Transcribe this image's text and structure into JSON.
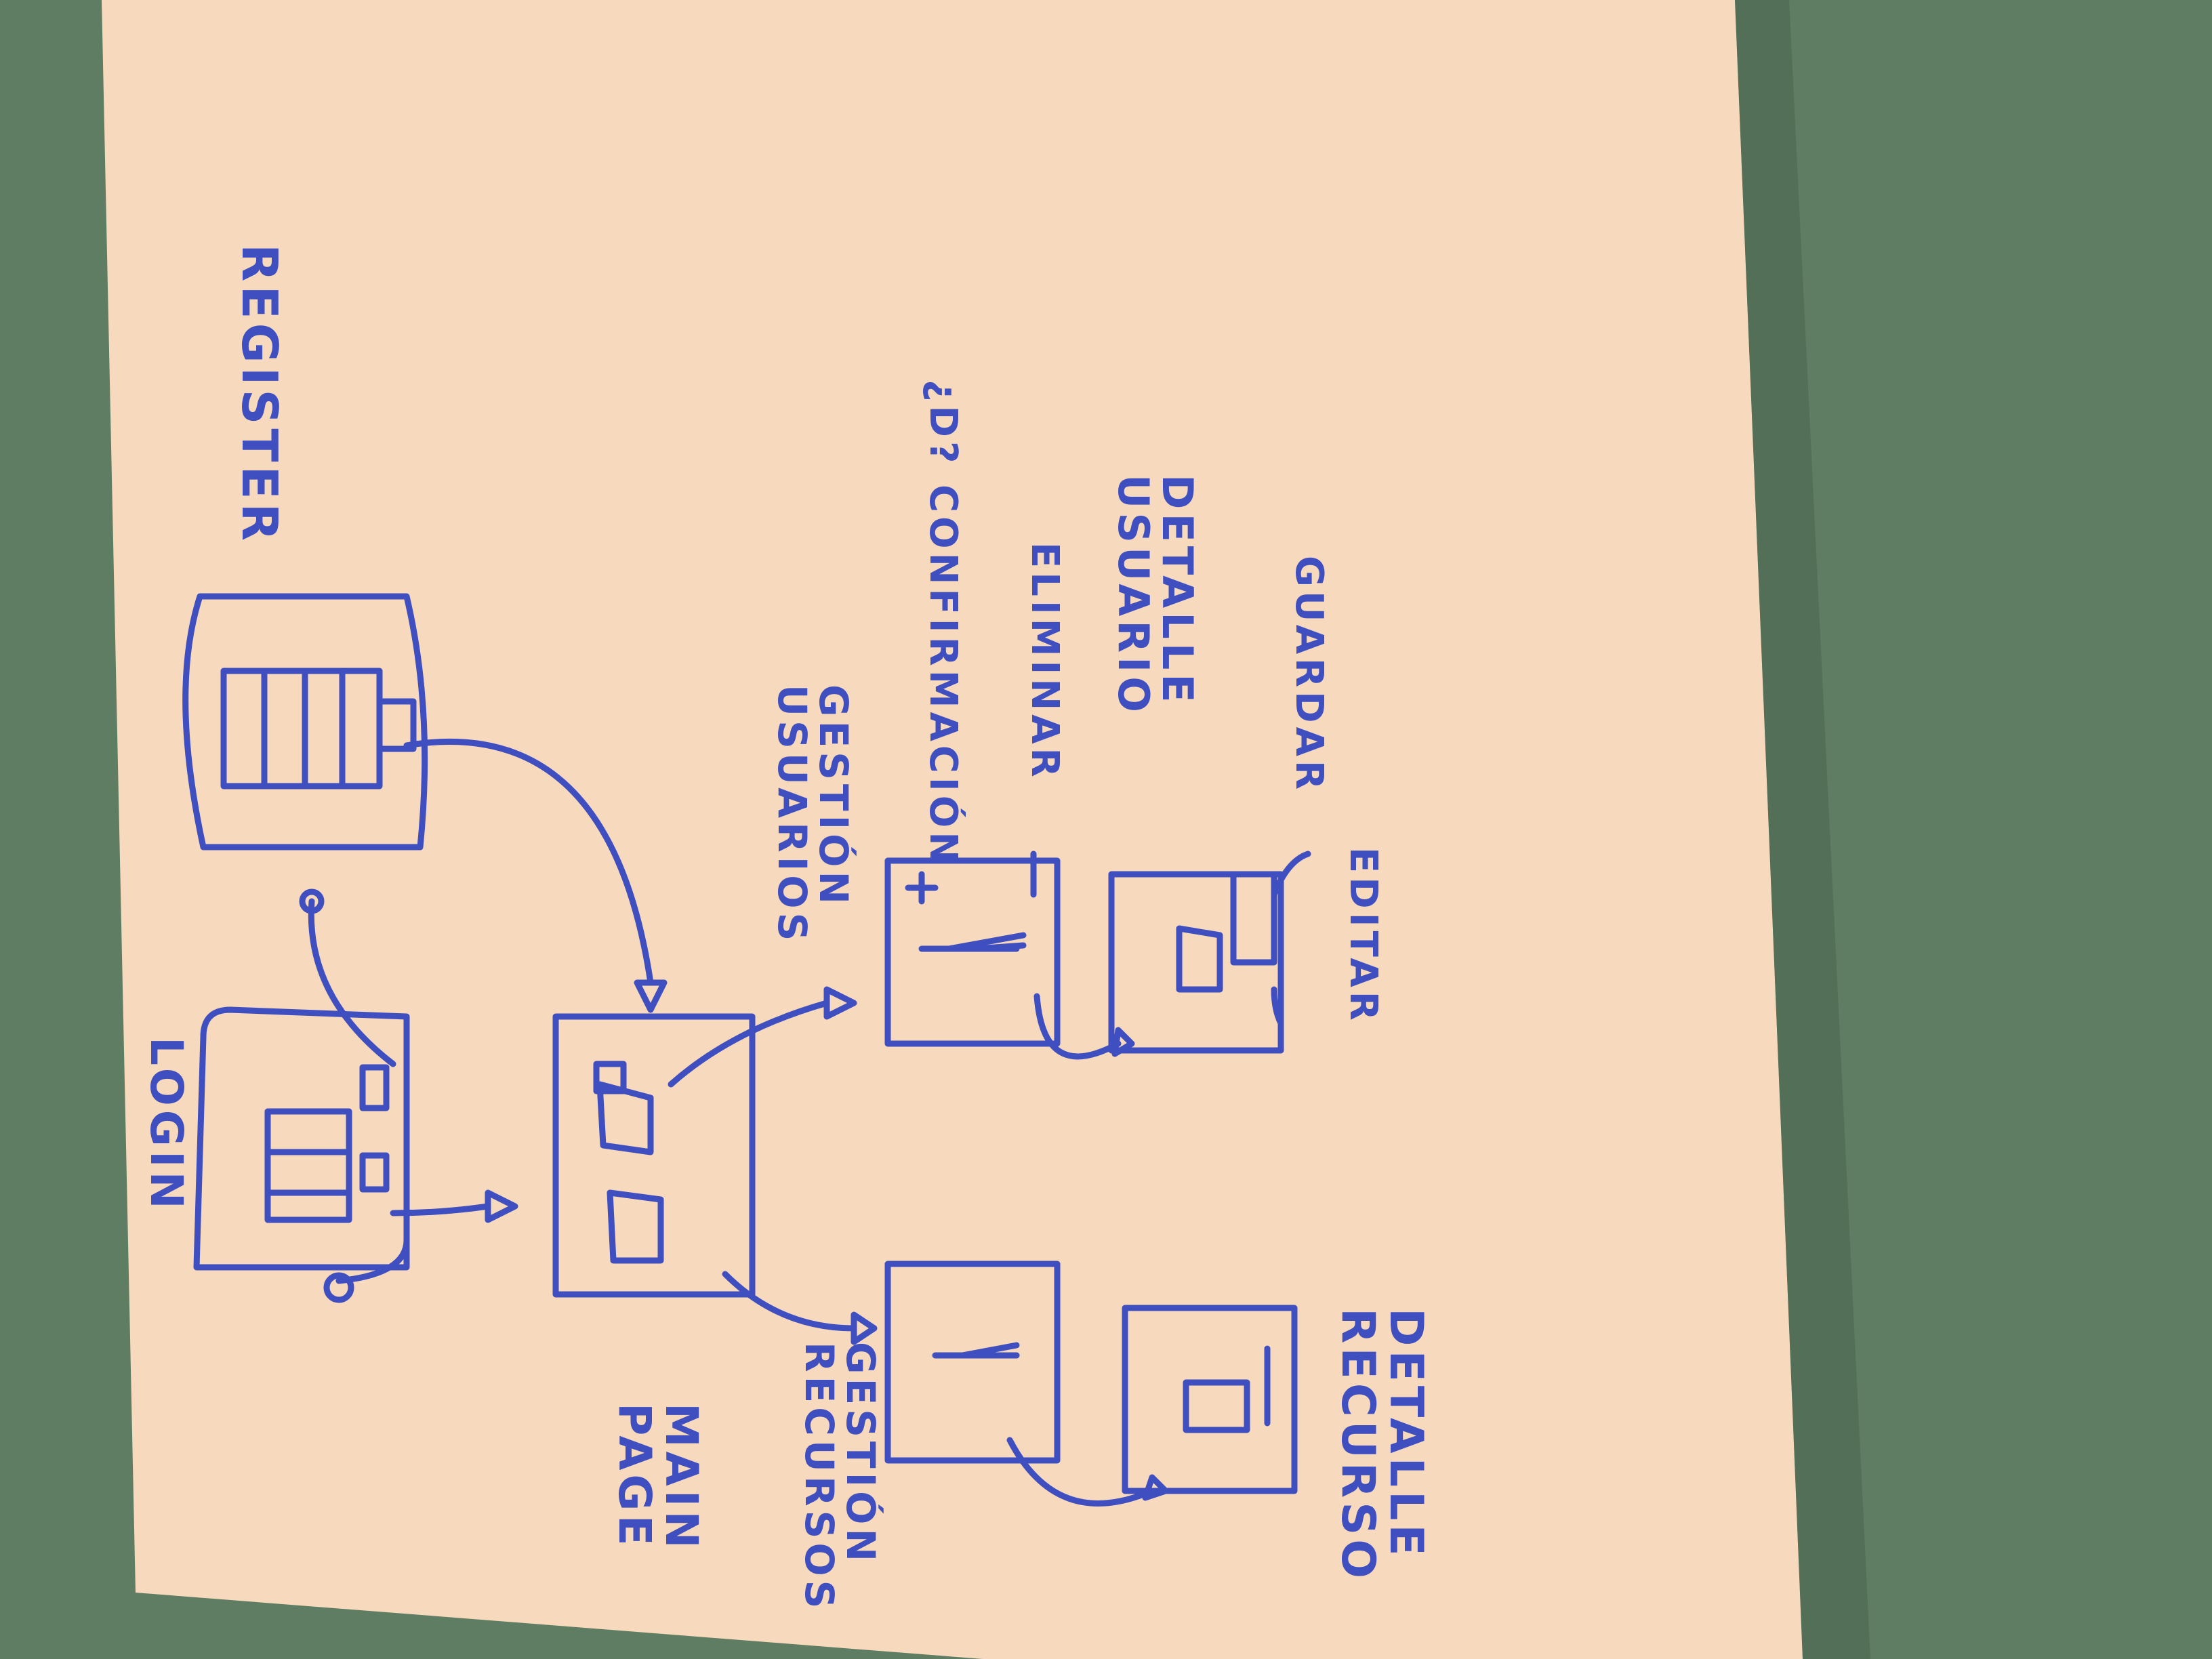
{
  "colors": {
    "background": "#5f7d63",
    "paper": "#f7d9bd",
    "ink": "#3f4fc0"
  },
  "labels": {
    "login": "LOGIN",
    "register": "REGISTER",
    "main_page_1": "MAIN",
    "main_page_2": "PAGE",
    "gestion_usuarios_1": "GESTIÓN",
    "gestion_usuarios_2": "USUARIOS",
    "confirmacion": "¿D? CONFIRMACIÓN",
    "eliminar": "ELIMINAR",
    "detalle_usuario_1": "DETALLE",
    "detalle_usuario_2": "USUARIO",
    "guardar": "GUARDAR",
    "editar": "EDITAR",
    "gestion_recursos_1": "GESTIÓN",
    "gestion_recursos_2": "RECURSOS",
    "detalle_recurso_1": "DETALLE",
    "detalle_recurso_2": "RECURSO"
  }
}
